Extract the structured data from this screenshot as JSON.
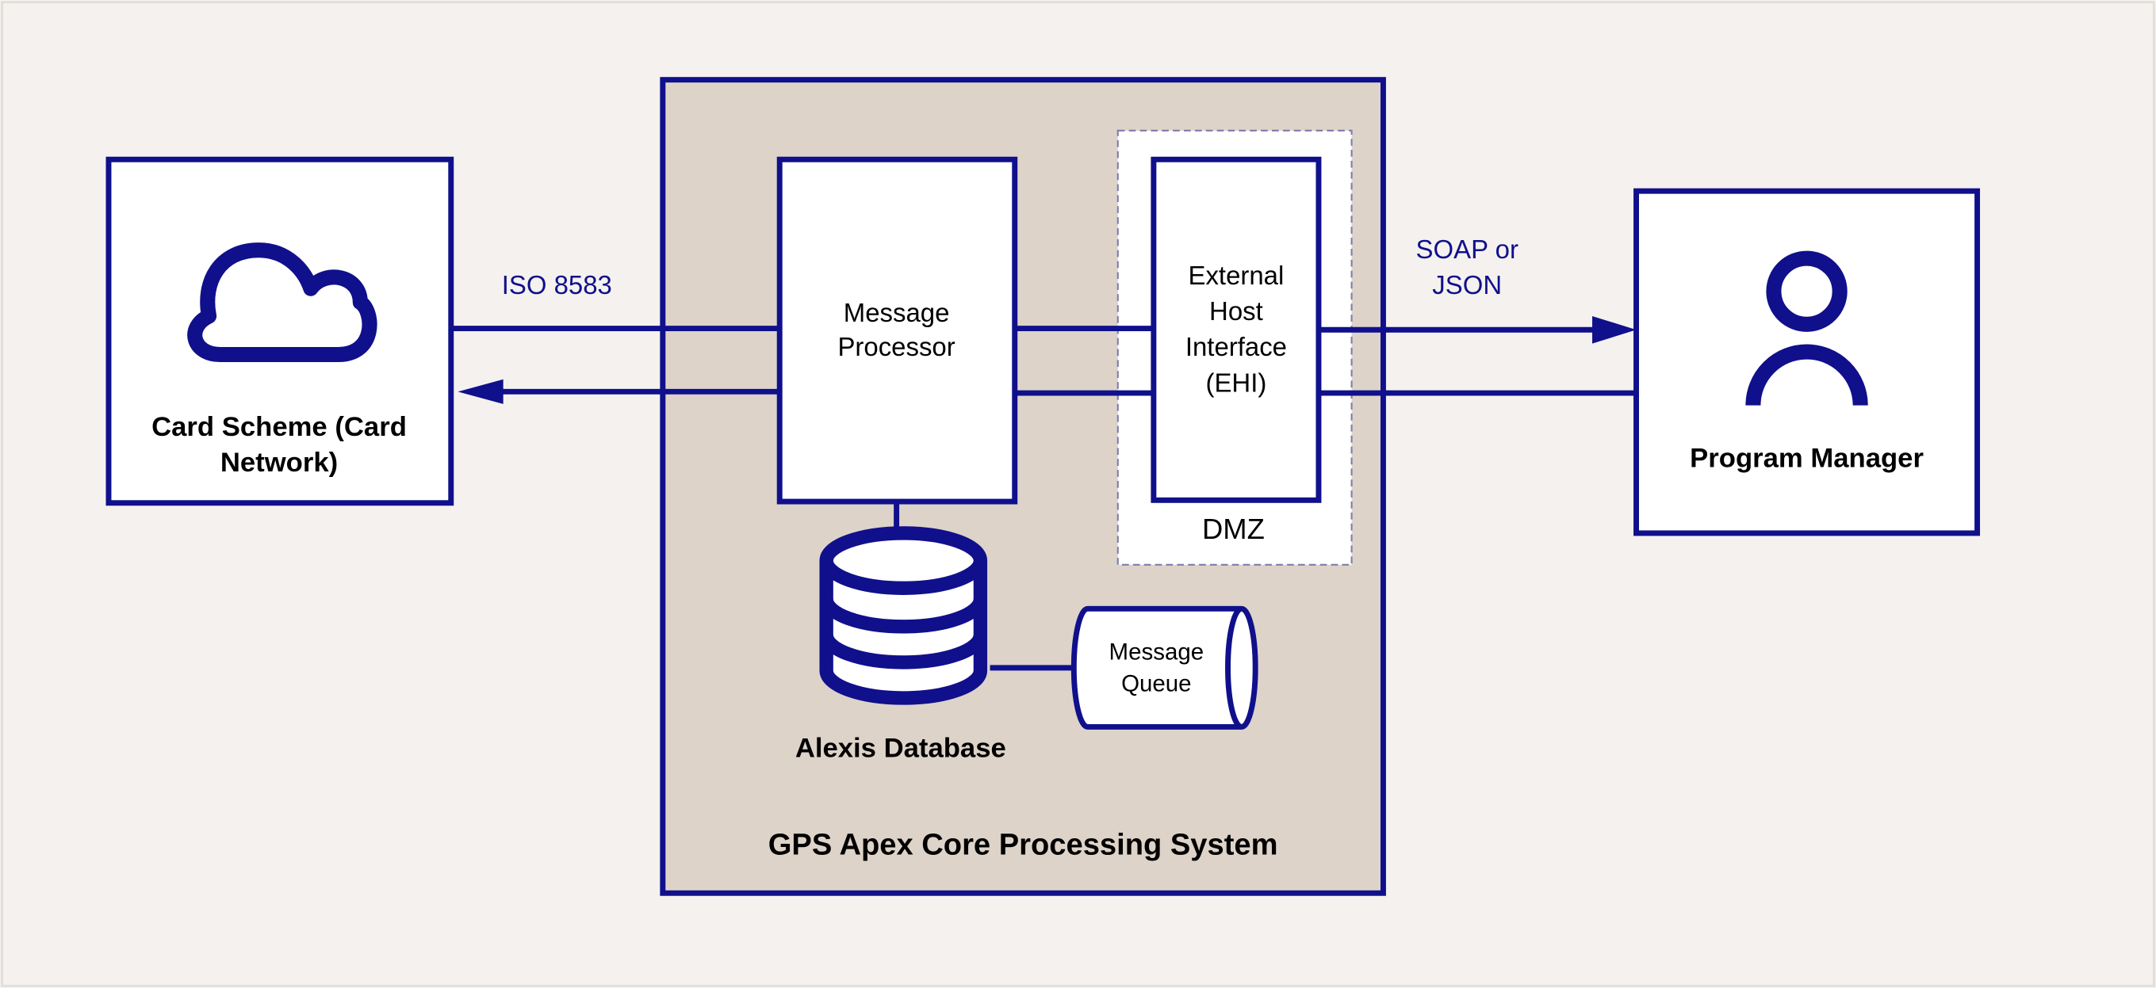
{
  "colors": {
    "ink": "#10108c",
    "page_background": "#f5f1ee",
    "core_background": "#ddd3c8",
    "box_fill": "#ffffff",
    "dmz_border": "#7d7daa",
    "text": "#000000"
  },
  "icons": {
    "card_scheme": "cloud-icon",
    "program_manager": "user-icon",
    "database": "database-icon",
    "queue": "message-queue-icon"
  },
  "card_scheme": {
    "label_line1": "Card Scheme (Card",
    "label_line2": "Network)"
  },
  "program_manager": {
    "label": "Program Manager"
  },
  "core_system": {
    "label": "GPS Apex Core Processing System"
  },
  "message_processor": {
    "label_line1": "Message",
    "label_line2": "Processor"
  },
  "ehi": {
    "label_line1": "External",
    "label_line2": "Host",
    "label_line3": "Interface",
    "label_line4": "(EHI)"
  },
  "dmz": {
    "label": "DMZ"
  },
  "database": {
    "label": "Alexis Database"
  },
  "queue": {
    "label_line1": "Message",
    "label_line2": "Queue"
  },
  "links": {
    "iso": "ISO 8583",
    "soap_line1": "SOAP or",
    "soap_line2": "JSON"
  }
}
